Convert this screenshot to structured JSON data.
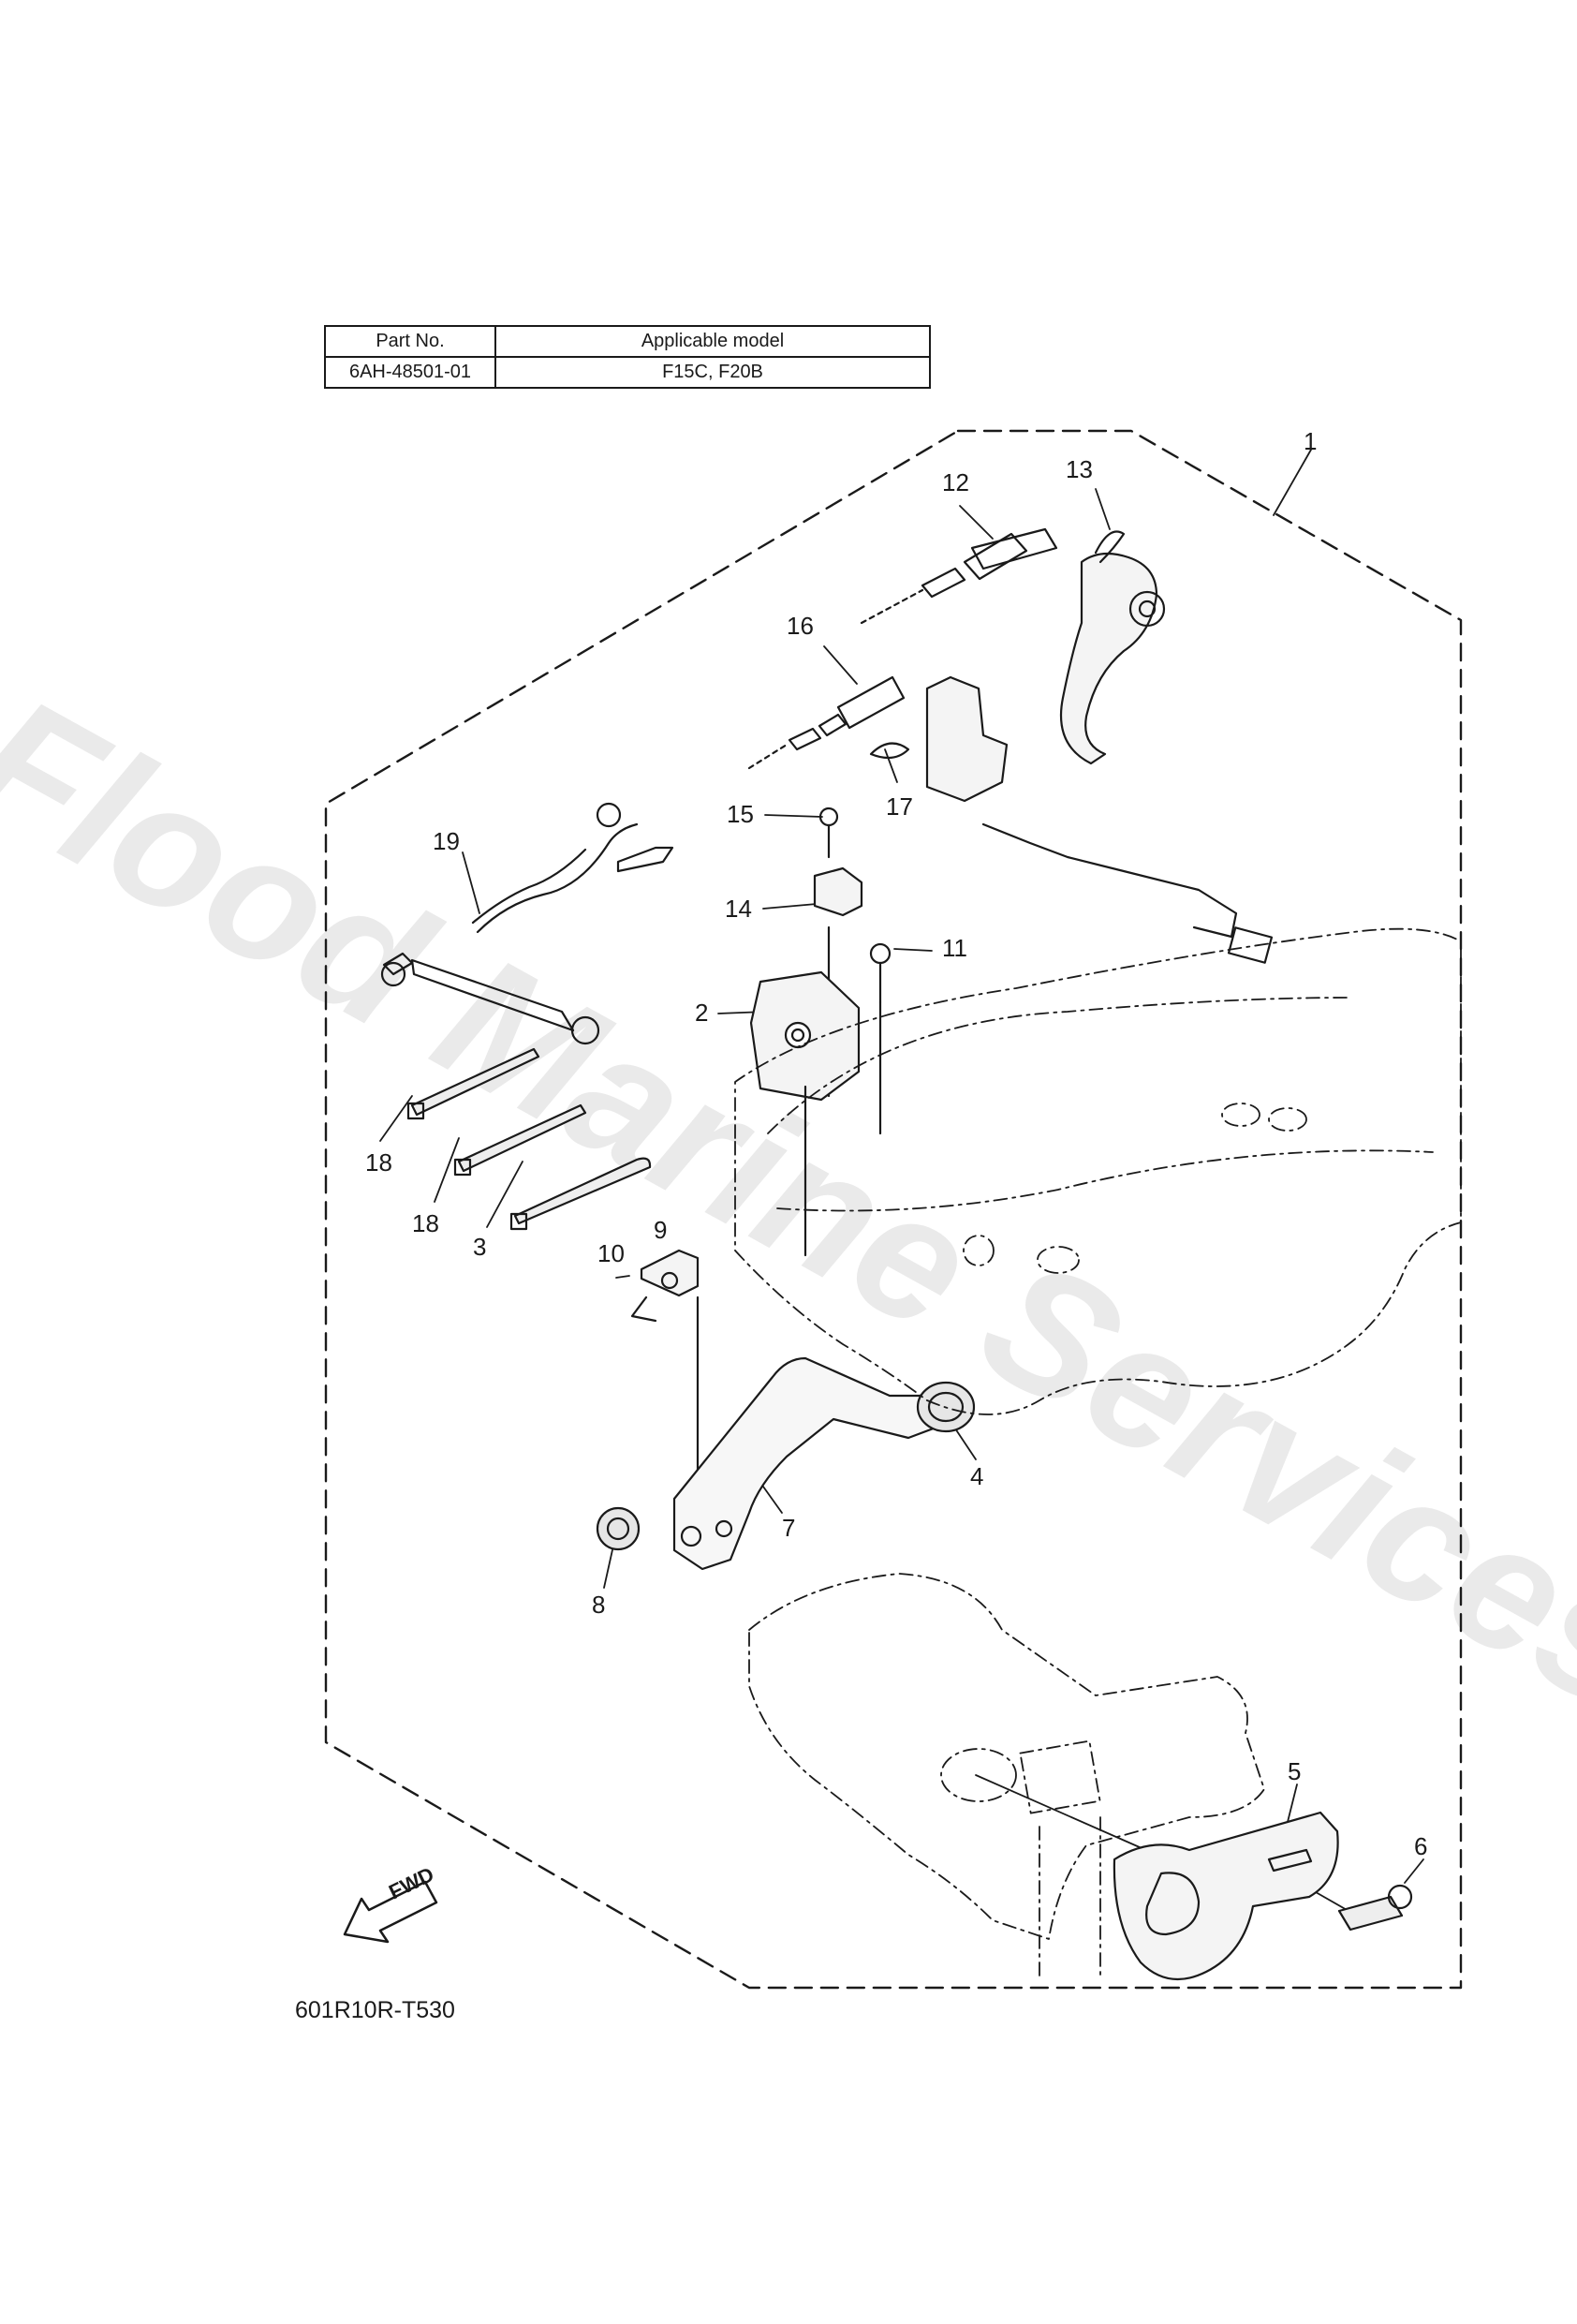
{
  "table": {
    "header_part": "Part No.",
    "header_model": "Applicable model",
    "part_no": "6AH-48501-01",
    "model": "F15C, F20B"
  },
  "callouts": {
    "c1": "1",
    "c2": "2",
    "c3": "3",
    "c4": "4",
    "c5": "5",
    "c6": "6",
    "c7": "7",
    "c8": "8",
    "c9": "9",
    "c10": "10",
    "c11": "11",
    "c12": "12",
    "c13": "13",
    "c14": "14",
    "c15": "15",
    "c16": "16",
    "c17": "17",
    "c18a": "18",
    "c18b": "18",
    "c19": "19"
  },
  "fwd_label": "FWD",
  "diagram_code": "601R10R-T530",
  "watermark": "Flood Marine Services",
  "colors": {
    "ink": "#1a1a1a",
    "shade": "#bdbdbd",
    "watermark": "#d9d9d9"
  }
}
